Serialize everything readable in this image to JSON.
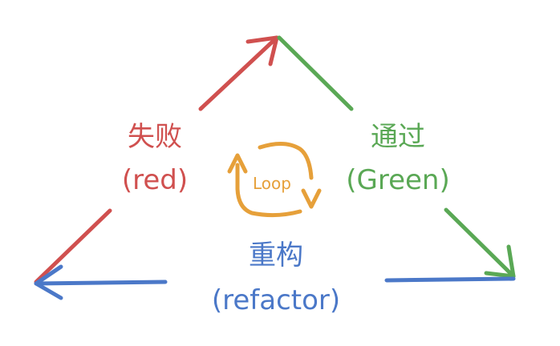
{
  "colors": {
    "red": "#d0504f",
    "green": "#5aa855",
    "blue": "#4b78c8",
    "orange": "#e6a03a"
  },
  "nodes": {
    "fail": {
      "title": "失败",
      "subtitle": "(red)"
    },
    "pass": {
      "title": "通过",
      "subtitle": "(Green)"
    },
    "refactor": {
      "title": "重构",
      "subtitle": "(refactor)"
    }
  },
  "center": {
    "label": "Loop"
  },
  "edges": [
    {
      "from": "bottom-left",
      "to": "top",
      "color": "red",
      "icon": "arrow-up-right"
    },
    {
      "from": "top",
      "to": "bottom-right",
      "color": "green",
      "icon": "arrow-down-right"
    },
    {
      "from": "bottom-right",
      "to": "bottom-left",
      "color": "blue",
      "icon": "arrow-left"
    }
  ]
}
